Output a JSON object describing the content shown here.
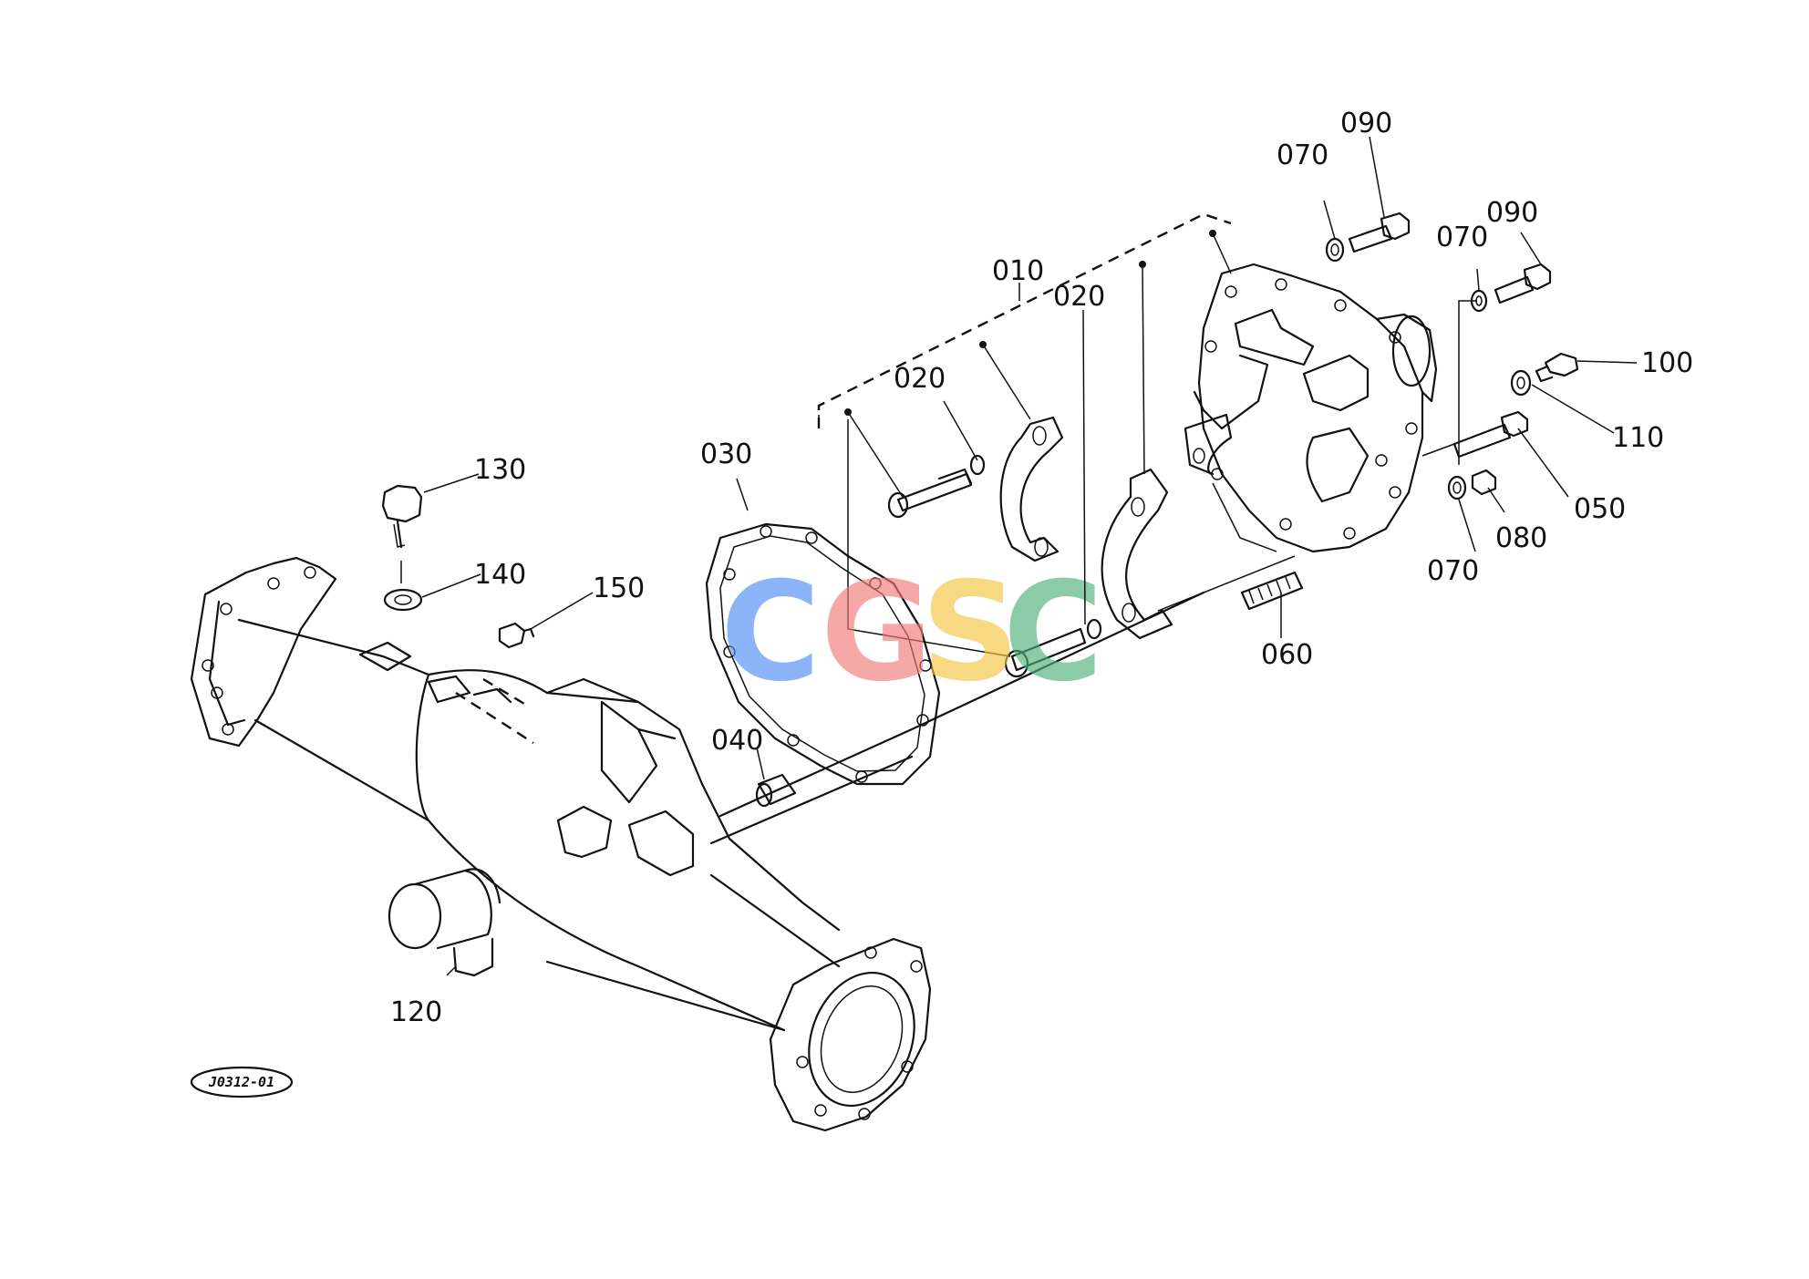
{
  "labels": {
    "p010": "010",
    "p020a": "020",
    "p020b": "020",
    "p030": "030",
    "p040": "040",
    "p050": "050",
    "p060": "060",
    "p070a": "070",
    "p070b": "070",
    "p070c": "070",
    "p080": "080",
    "p090a": "090",
    "p090b": "090",
    "p100": "100",
    "p110": "110",
    "p120": "120",
    "p130": "130",
    "p140": "140",
    "p150": "150"
  },
  "diagram_code": "J0312-01",
  "watermark": {
    "letters": [
      "C",
      "G",
      "S",
      "C"
    ],
    "colors": [
      "#4f8ef7",
      "#f07a78",
      "#f5c542",
      "#4fb07a"
    ]
  }
}
